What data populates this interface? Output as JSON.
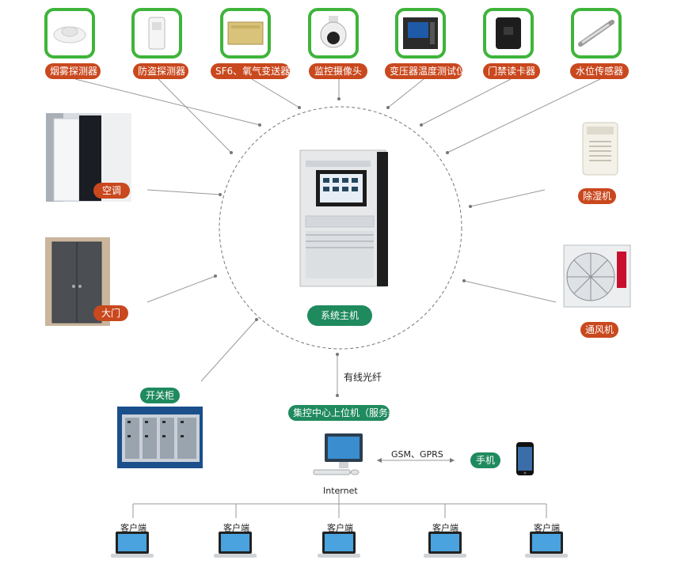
{
  "colors": {
    "top_border": "#3fb43b",
    "red_label": "#c9481e",
    "green_label": "#1f8a5e",
    "line": "#9a9a9a"
  },
  "top_devices": [
    {
      "id": "smoke",
      "label": "烟雾探测器",
      "icon": "smoke-detector-icon"
    },
    {
      "id": "burglar",
      "label": "防盗探测器",
      "icon": "motion-sensor-icon"
    },
    {
      "id": "sf6",
      "label": "SF6、氧气变送器",
      "icon": "gas-transmitter-icon"
    },
    {
      "id": "camera",
      "label": "监控摄像头",
      "icon": "dome-camera-icon"
    },
    {
      "id": "transformer",
      "label": "变压器温度测试仪",
      "icon": "temperature-meter-icon"
    },
    {
      "id": "access",
      "label": "门禁读卡器",
      "icon": "card-reader-icon"
    },
    {
      "id": "water",
      "label": "水位传感器",
      "icon": "water-level-sensor-icon"
    }
  ],
  "side_devices": {
    "aircon": {
      "label": "空调",
      "icon": "air-conditioner-icon"
    },
    "door": {
      "label": "大门",
      "icon": "door-icon"
    },
    "dehumidifier": {
      "label": "除湿机",
      "icon": "dehumidifier-icon"
    },
    "fan": {
      "label": "通风机",
      "icon": "ventilation-fan-icon"
    },
    "switchgear": {
      "label": "开关柜",
      "icon": "switchgear-icon"
    }
  },
  "host": {
    "label": "系统主机",
    "screen_title": "KZJ-1型小区配电监控系统"
  },
  "link_label": "有线光纤",
  "server": {
    "label": "集控中心上位机（服务器）",
    "sub_label": "Internet"
  },
  "gsm_label": "GSM、GPRS",
  "phone": {
    "label": "手机"
  },
  "clients": [
    "客户端",
    "客户端",
    "客户端",
    "客户端",
    "客户端"
  ]
}
